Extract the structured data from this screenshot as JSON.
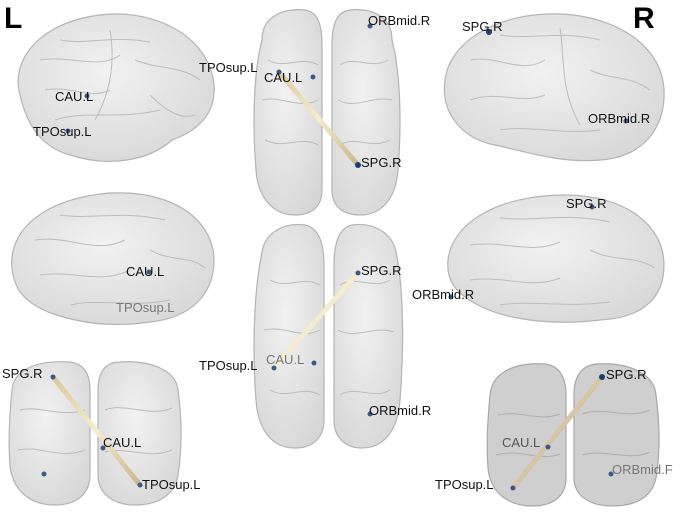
{
  "hemisphere_labels": {
    "left": "L",
    "right": "R"
  },
  "colors": {
    "node": "#3b5a8a",
    "edge_light": "#efe3bf",
    "edge_dark": "#7a6a55",
    "brain_fill": "#e4e4e4",
    "brain_stroke": "#b4b4b4",
    "text": "#111111",
    "text_faded": "#777777"
  },
  "regions": {
    "cau_l": "CAU.L",
    "tposup_l": "TPOsup.L",
    "spg_r": "SPG.R",
    "orbmid_r": "ORBmid.R",
    "orbmid_r_clipped": "ORBmid.F"
  },
  "connection": {
    "from": "TPOsup.L",
    "to": "SPG.R"
  }
}
